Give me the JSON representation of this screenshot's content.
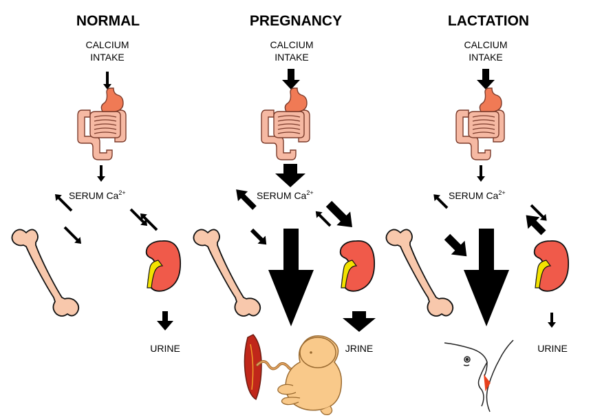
{
  "panels": [
    {
      "heading": "NORMAL",
      "intake_line1": "CALCIUM",
      "intake_line2": "INTAKE",
      "serum": "SERUM Ca",
      "serum_sup": "2+",
      "urine": "URINE"
    },
    {
      "heading": "PREGNANCY",
      "intake_line1": "CALCIUM",
      "intake_line2": "INTAKE",
      "serum": "SERUM Ca",
      "serum_sup": "2+",
      "urine": "JRINE"
    },
    {
      "heading": "LACTATION",
      "intake_line1": "CALCIUM",
      "intake_line2": "INTAKE",
      "serum": "SERUM Ca",
      "serum_sup": "2+",
      "urine": "URINE"
    }
  ],
  "colors": {
    "intestine": "#f6b9a3",
    "stomach": "#f07a55",
    "bone": "#f8c8ac",
    "kidney": "#f05a4a",
    "ureter": "#f3e200",
    "fetus": "#f9c98a",
    "placenta": "#c0271a"
  },
  "icons": [
    "intestine-icon",
    "bone-icon",
    "kidney-icon",
    "fetus-icon",
    "breastfeeding-icon"
  ]
}
